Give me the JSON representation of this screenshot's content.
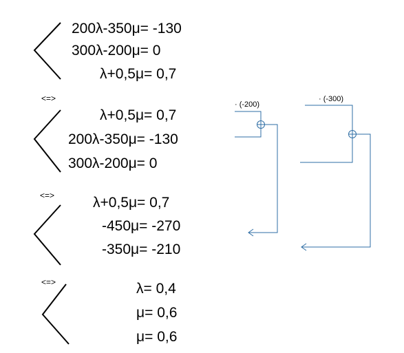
{
  "colors": {
    "text": "#000000",
    "arrow": "#2e6da4"
  },
  "systems": [
    {
      "equations": [
        "200λ-350μ= -130",
        "300λ-200μ= 0",
        "λ+0,5μ= 0,7"
      ]
    },
    {
      "separator": "<=>",
      "equations": [
        "λ+0,5μ= 0,7",
        "200λ-350μ= -130",
        "300λ-200μ= 0"
      ]
    },
    {
      "separator": "<=>",
      "equations": [
        "λ+0,5μ= 0,7",
        "-450μ= -270",
        "-350μ= -210"
      ]
    },
    {
      "separator": "<=>",
      "equations": [
        "λ= 0,4",
        "μ= 0,6",
        "μ= 0,6"
      ]
    }
  ],
  "annotations": [
    {
      "multiplier": "(-200)",
      "operation_icon": "circled-plus-icon"
    },
    {
      "multiplier": "(-300)",
      "operation_icon": "circled-plus-icon"
    }
  ]
}
